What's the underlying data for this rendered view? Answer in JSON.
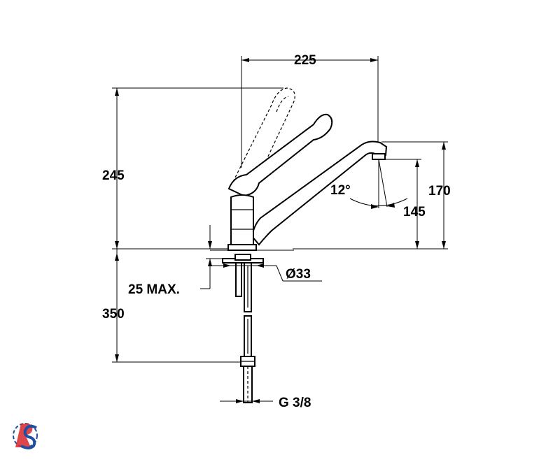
{
  "dimensions": {
    "reach": "225",
    "overall_height": "245",
    "spout_height": "170",
    "outlet_height": "145",
    "spout_angle": "12°",
    "hole_diameter": "Ø33",
    "max_worktop": "25 MAX.",
    "hose_length": "350",
    "connection_thread": "G 3/8"
  },
  "logo": {
    "text": "RS",
    "colors": [
      "#d7262c",
      "#1f4fa3"
    ]
  }
}
